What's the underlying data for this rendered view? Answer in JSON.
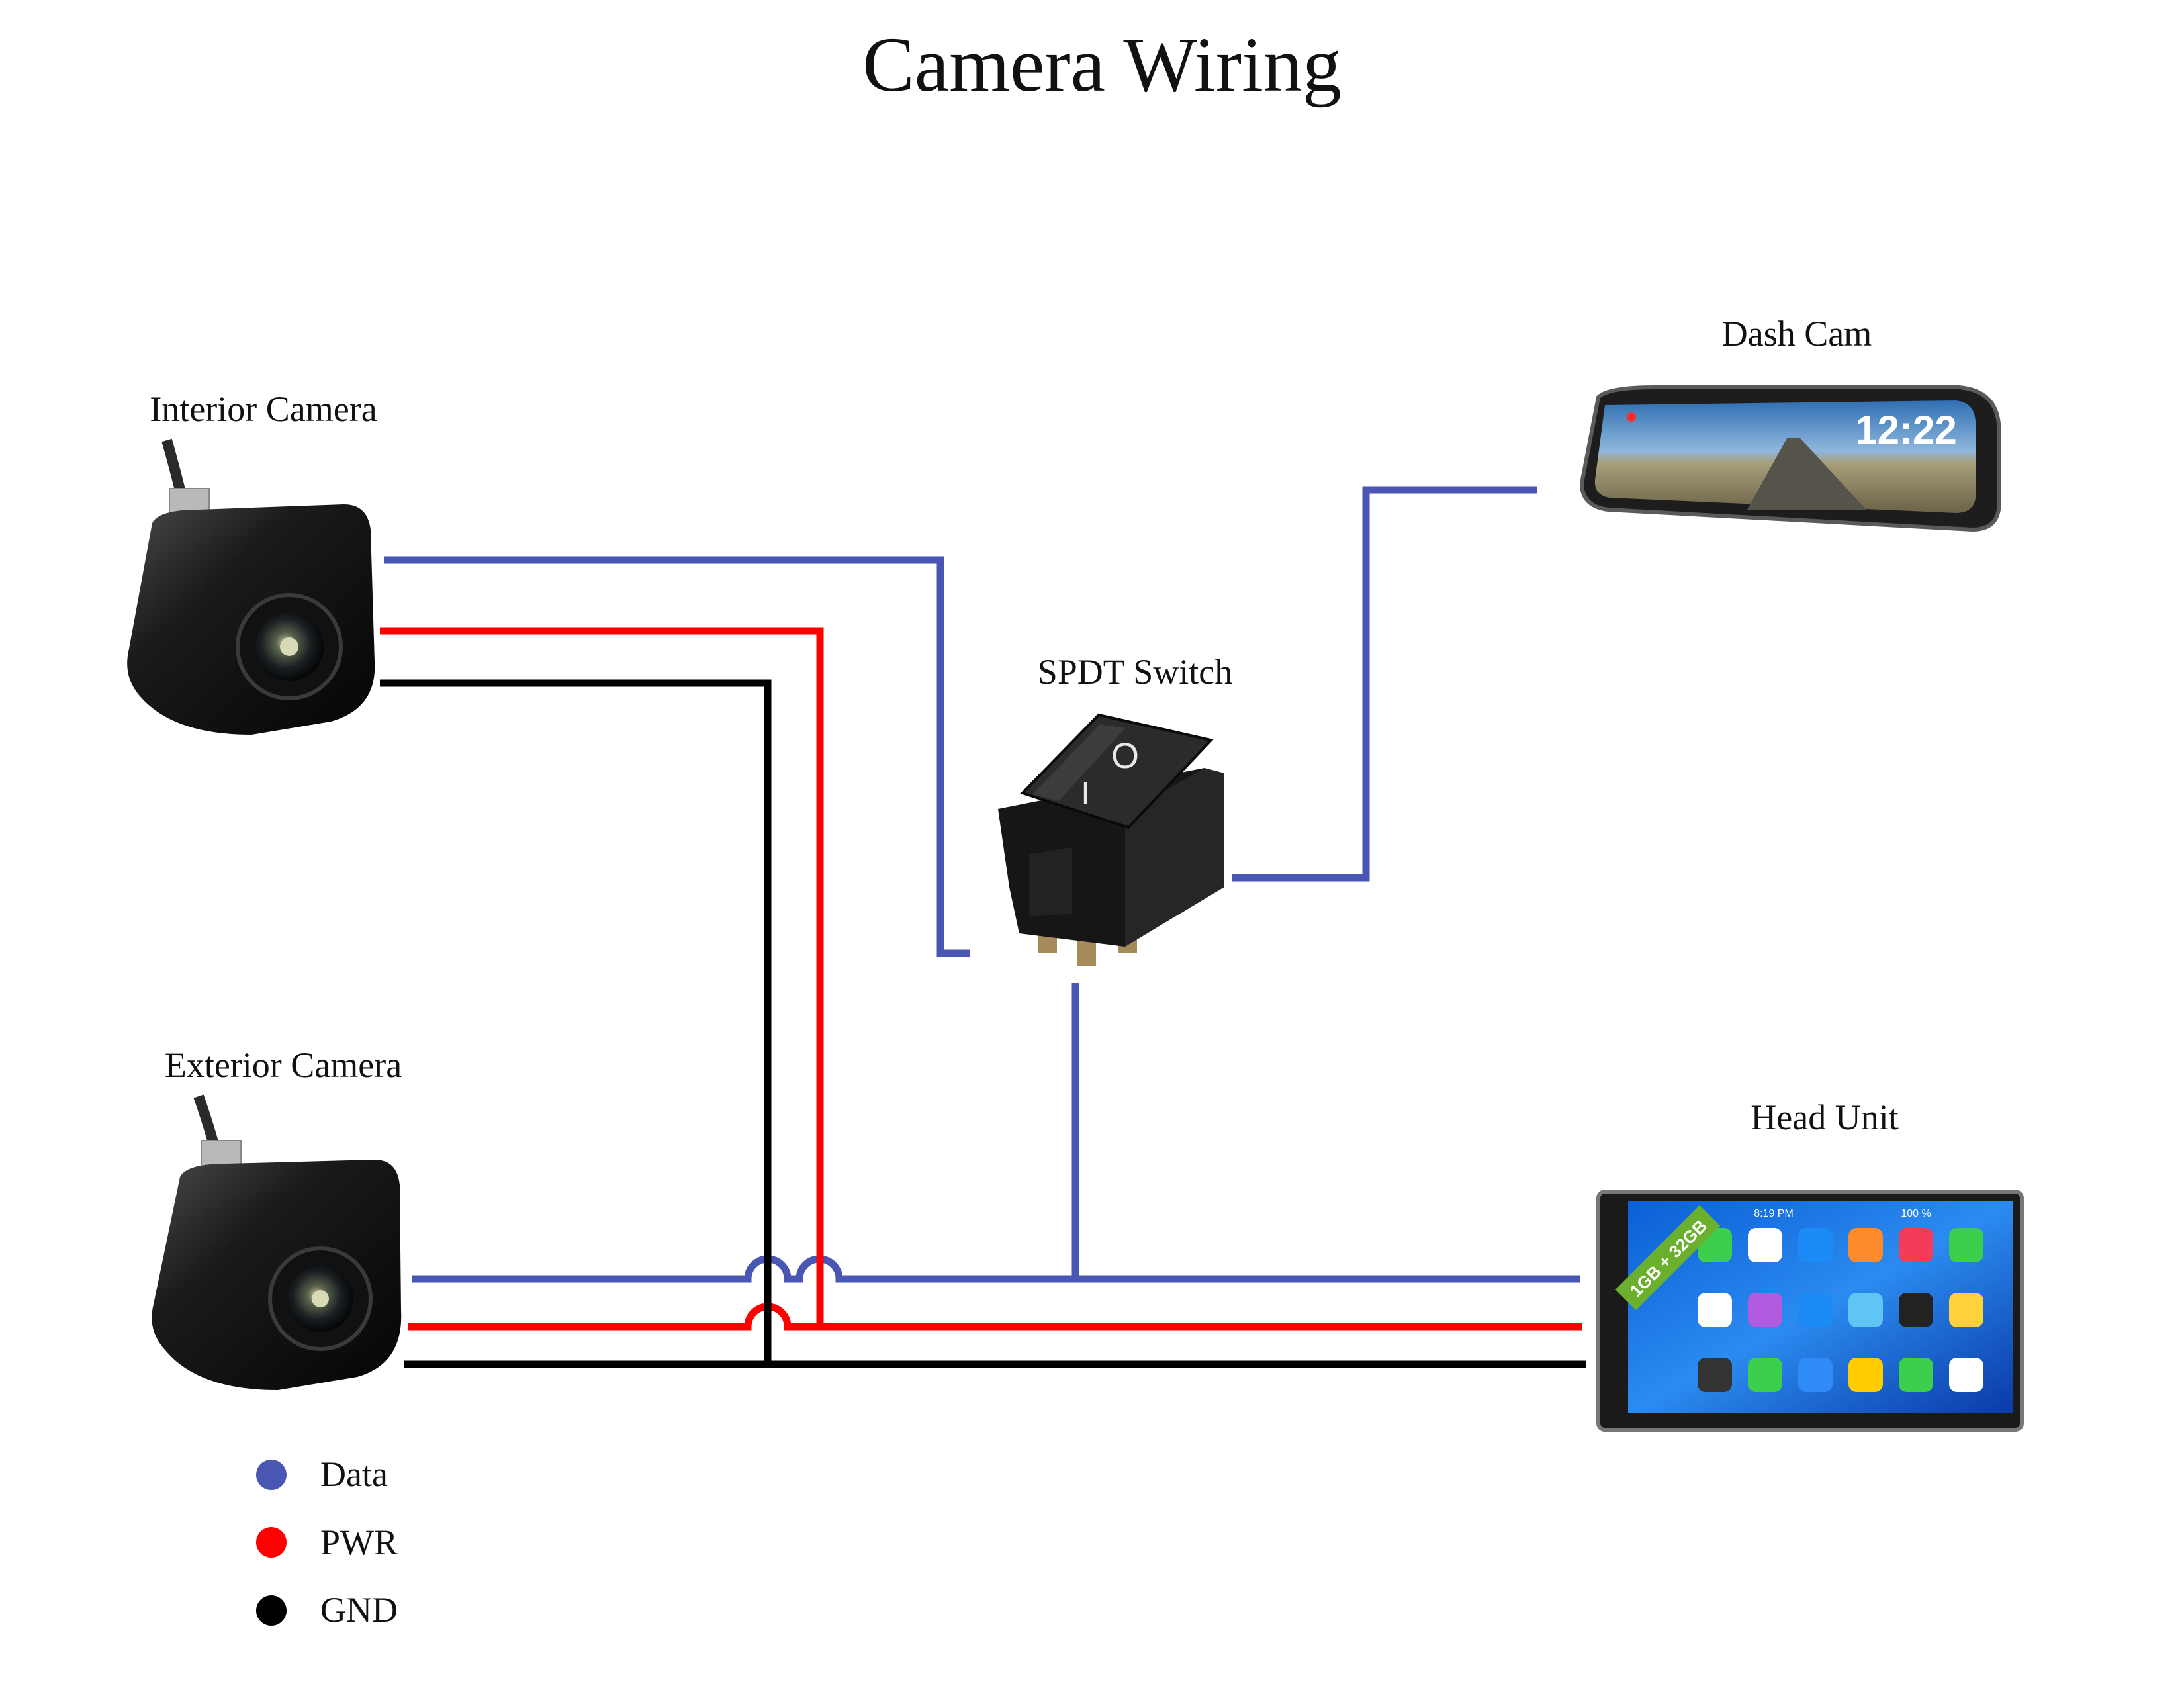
{
  "diagram": {
    "title": "Camera Wiring",
    "nodes": {
      "interior_camera": {
        "label": "Interior Camera"
      },
      "exterior_camera": {
        "label": "Exterior Camera"
      },
      "spdt_switch": {
        "label": "SPDT Switch",
        "rocker_symbols": [
          "O",
          "I"
        ]
      },
      "dash_cam": {
        "label": "Dash Cam",
        "screen_time": "12:22"
      },
      "head_unit": {
        "label": "Head Unit",
        "badge": "1GB + 32GB",
        "status_time": "8:19 PM",
        "battery": "100 %"
      }
    },
    "legend": [
      {
        "key": "data",
        "label": "Data",
        "color": "#4a56b3"
      },
      {
        "key": "pwr",
        "label": "PWR",
        "color": "#ff0000"
      },
      {
        "key": "gnd",
        "label": "GND",
        "color": "#000000"
      }
    ],
    "connections": [
      {
        "from": "interior_camera",
        "to": "spdt_switch",
        "signal": "data"
      },
      {
        "from": "spdt_switch",
        "to": "dash_cam",
        "signal": "data"
      },
      {
        "from": "spdt_switch",
        "to": "head_unit",
        "signal": "data"
      },
      {
        "from": "exterior_camera",
        "to": "head_unit",
        "signal": "data"
      },
      {
        "from": "interior_camera",
        "to": "head_unit",
        "signal": "pwr"
      },
      {
        "from": "exterior_camera",
        "to": "head_unit",
        "signal": "pwr"
      },
      {
        "from": "interior_camera",
        "to": "head_unit",
        "signal": "gnd"
      },
      {
        "from": "exterior_camera",
        "to": "head_unit",
        "signal": "gnd"
      }
    ]
  },
  "colors": {
    "data": "#4a56b3",
    "pwr": "#ff0000",
    "gnd": "#000000"
  }
}
